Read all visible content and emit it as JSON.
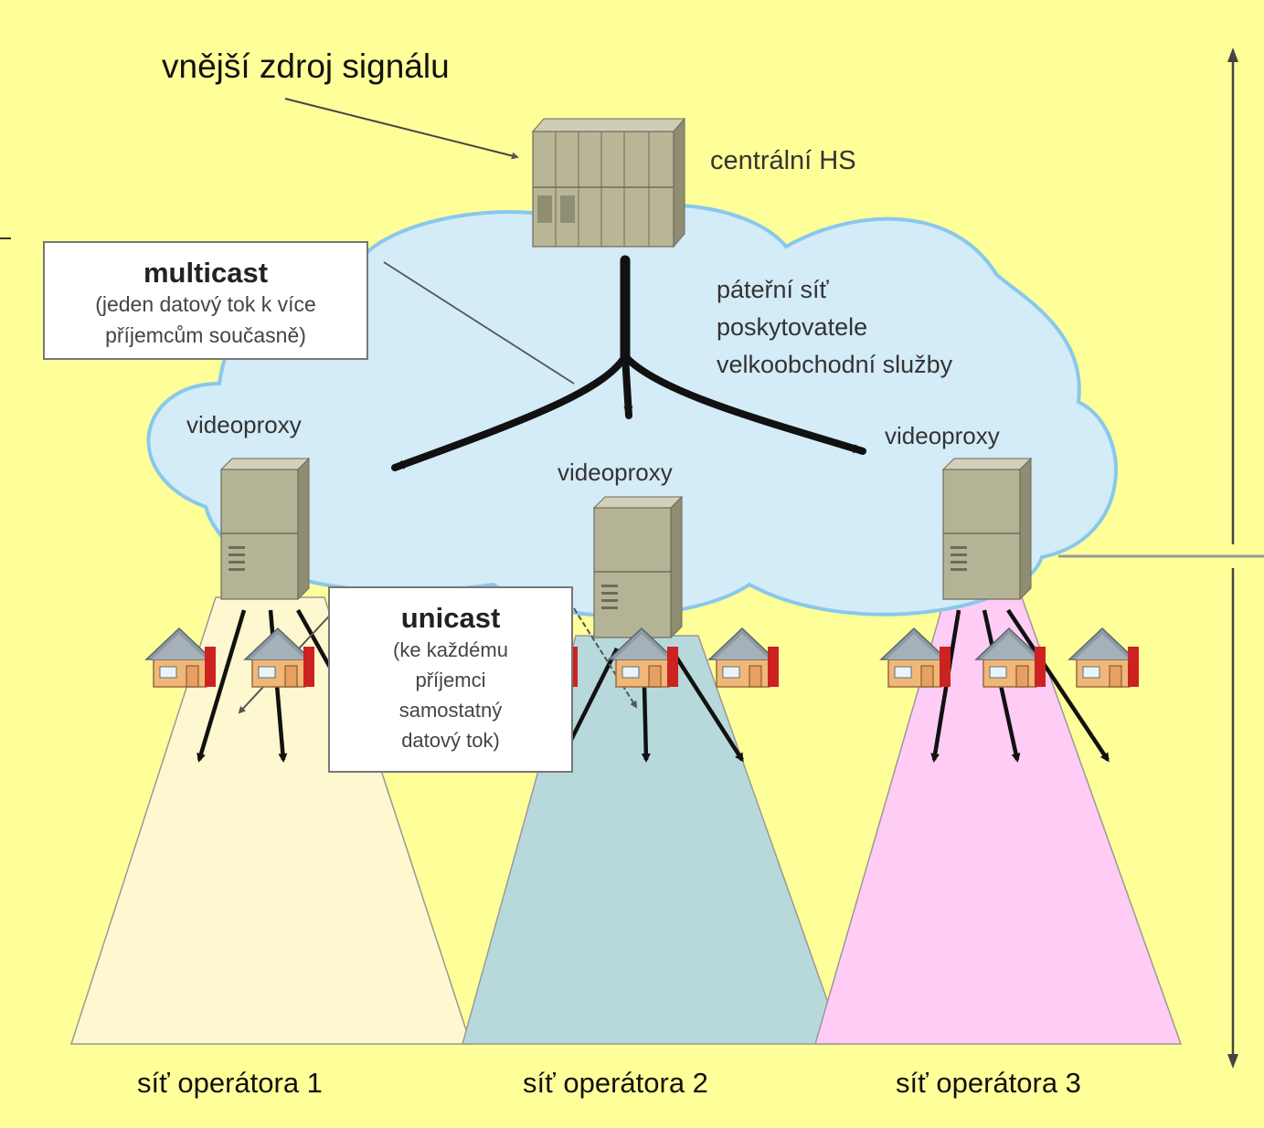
{
  "labels": {
    "external_source": "vnější zdroj signálu",
    "central_hs": "centrální HS",
    "backbone": [
      "páteřní síť",
      "poskytovatele",
      "velkoobchodní  služby"
    ],
    "videoproxy": "videoproxy",
    "operators": [
      "síť operátora 1",
      "síť operátora 2",
      "síť operátora 3"
    ]
  },
  "multicast_box": {
    "title": "multicast",
    "lines": [
      "(jeden datový tok k více",
      "příjemcům současně)"
    ]
  },
  "unicast_box": {
    "title": "unicast",
    "lines": [
      "(ke každému",
      "příjemci",
      "samostatný",
      "datový tok)"
    ]
  },
  "colors": {
    "cloud": "#d4ebf8",
    "cloud_edge": "#88c8ec",
    "operator_1": "#fdf8cf",
    "operator_2": "#b7d9dc",
    "operator_3": "#ffccf5",
    "server": "#b5b396"
  },
  "icons": [
    "central-rack-icon",
    "server-icon",
    "house-icon"
  ]
}
